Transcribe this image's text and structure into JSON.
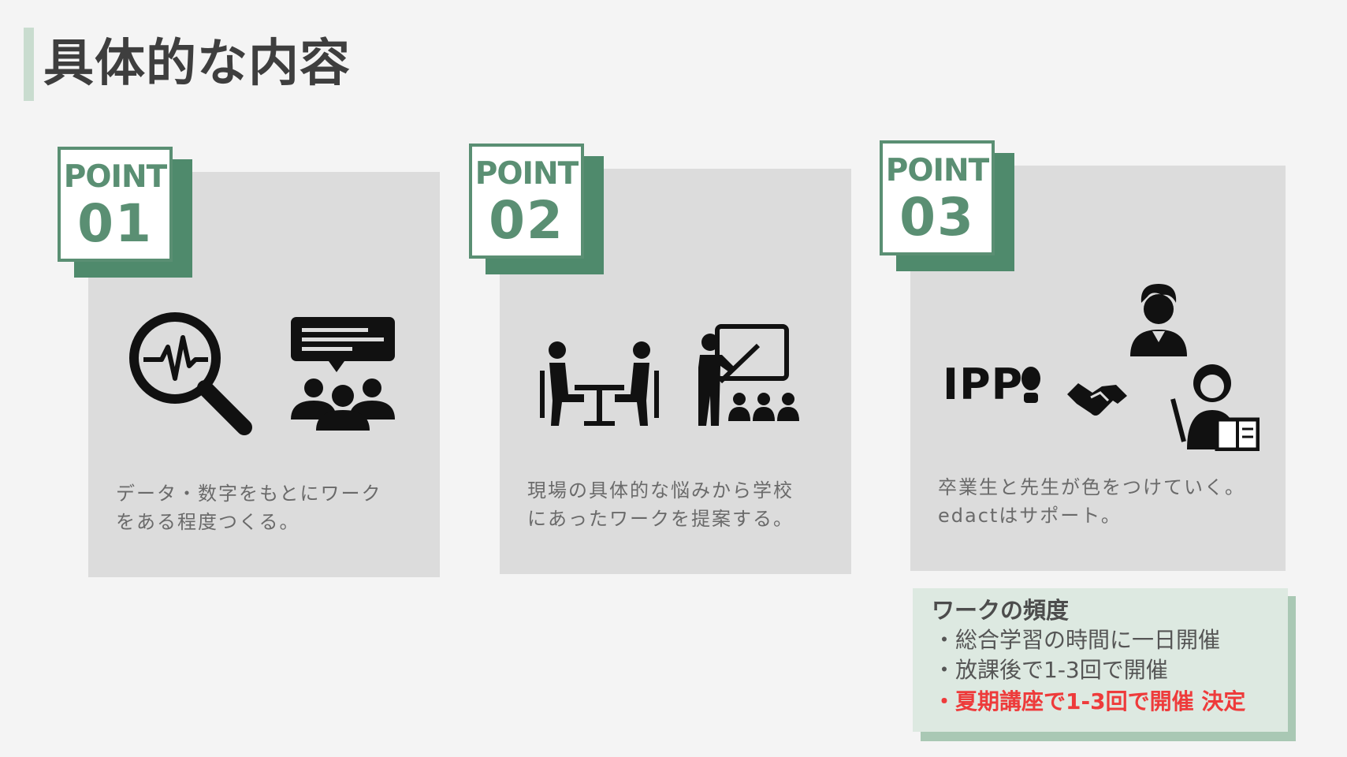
{
  "slide": {
    "title": "具体的な内容"
  },
  "points": [
    {
      "badge_label": "POINT",
      "badge_number": "01",
      "text_line1": "データ・数字をもとにワーク",
      "text_line2": "をある程度つくる。"
    },
    {
      "badge_label": "POINT",
      "badge_number": "02",
      "text_line1": "現場の具体的な悩みから学校",
      "text_line2": "にあったワークを提案する。"
    },
    {
      "badge_label": "POINT",
      "badge_number": "03",
      "ipp_logo_text": "IPP",
      "text_line1": "卒業生と先生が色をつけていく。",
      "text_line2": "edactはサポート。"
    }
  ],
  "frequency": {
    "title": "ワークの頻度",
    "items": [
      "・総合学習の時間に一日開催",
      "・放課後で1-3回で開催",
      "・夏期講座で1-3回で開催 決定"
    ]
  },
  "colors": {
    "accent_green": "#5a8f73",
    "card_gray": "#dcdcdc",
    "highlight_red": "#ee3b3b"
  }
}
